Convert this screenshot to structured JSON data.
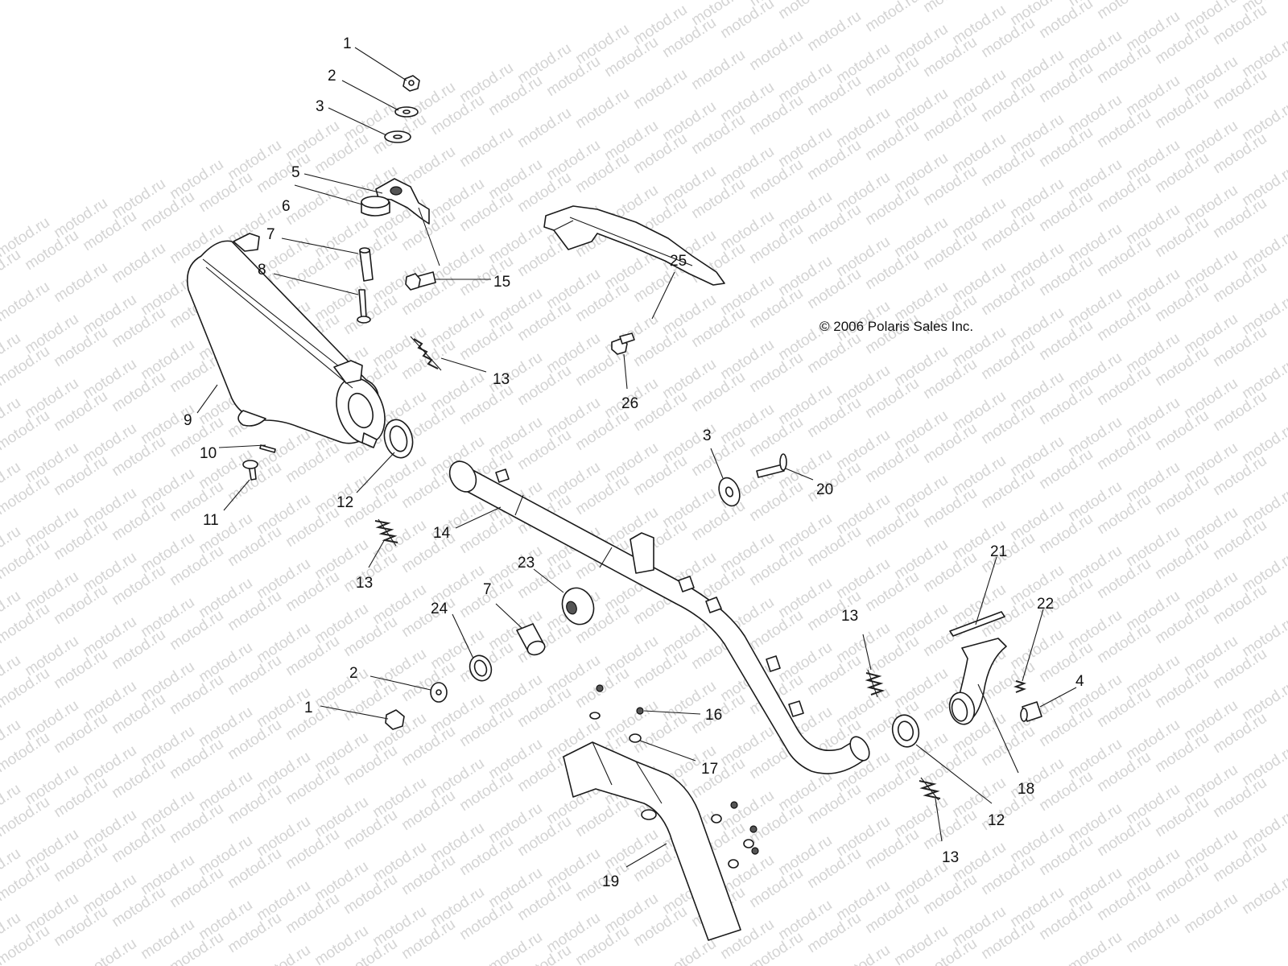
{
  "watermark": "motod.ru",
  "copyright": "© 2006 Polaris Sales Inc.",
  "callouts": {
    "c1a": "1",
    "c2a": "2",
    "c3a": "3",
    "c5": "5",
    "c6": "6",
    "c7a": "7",
    "c8": "8",
    "c15": "15",
    "c25": "25",
    "c13a": "13",
    "c9": "9",
    "c10": "10",
    "c11": "11",
    "c12a": "12",
    "c26": "26",
    "c3b": "3",
    "c20": "20",
    "c14": "14",
    "c13b": "13",
    "c23": "23",
    "c7b": "7",
    "c24": "24",
    "c2b": "2",
    "c1b": "1",
    "c16": "16",
    "c17": "17",
    "c19": "19",
    "c13c": "13",
    "c21": "21",
    "c22": "22",
    "c4": "4",
    "c12b": "12",
    "c18": "18",
    "c13d": "13"
  }
}
